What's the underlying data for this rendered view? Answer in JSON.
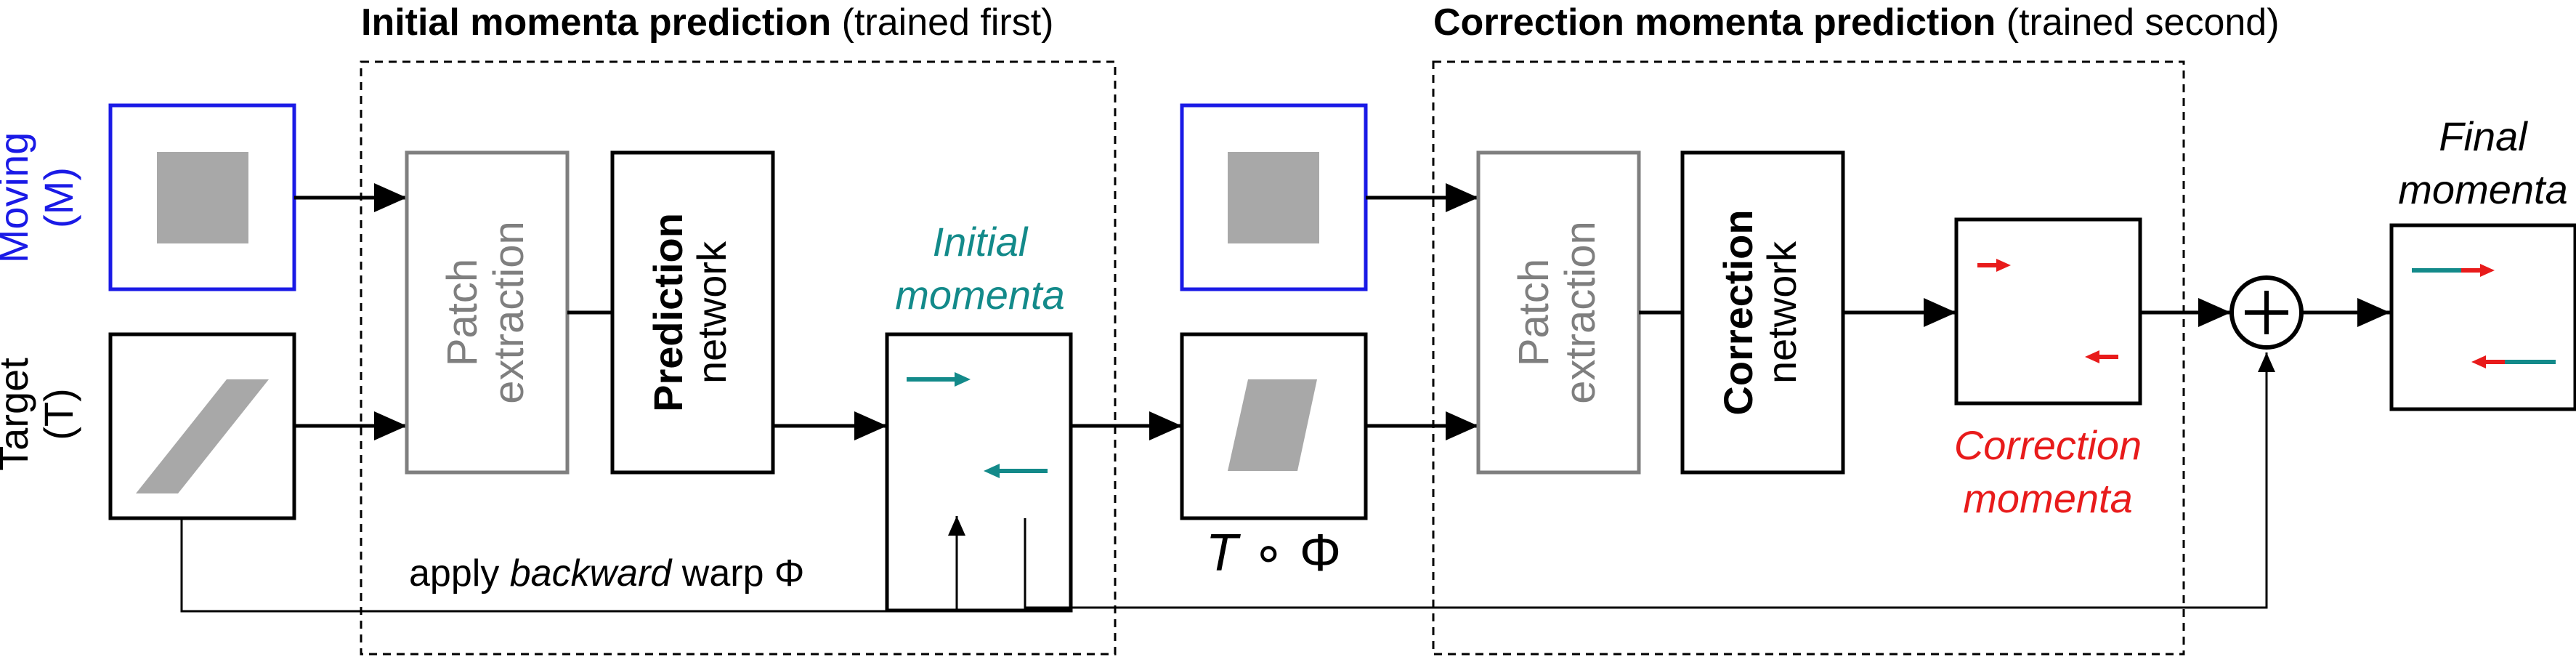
{
  "sections": {
    "initial": {
      "title_bold": "Initial momenta prediction",
      "title_rest": "(trained first)"
    },
    "correction": {
      "title_bold": "Correction momenta prediction",
      "title_rest": "(trained second)"
    }
  },
  "inputs": {
    "moving": {
      "line1": "Moving",
      "line2": "(M)"
    },
    "target": {
      "line1": "Target",
      "line2": "(T)"
    }
  },
  "blocks": {
    "patch_extraction": {
      "line1": "Patch",
      "line2": "extraction"
    },
    "prediction_network": {
      "bold": "Prediction",
      "rest": "network"
    },
    "correction_network": {
      "bold": "Correction",
      "rest": "network"
    }
  },
  "labels": {
    "initial_momenta": {
      "line1": "Initial",
      "line2": "momenta"
    },
    "correction_momenta": {
      "line1": "Correction",
      "line2": "momenta"
    },
    "final_momenta": {
      "line1": "Final",
      "line2": "momenta"
    },
    "warp": {
      "pre": "apply ",
      "italic": "backward",
      "post": " warp Φ"
    },
    "composition": {
      "t": "T",
      "rest": " ∘ Φ"
    }
  },
  "colors": {
    "moving_blue": "#1a1ae6",
    "teal": "#138a8a",
    "red": "#e81b1b",
    "gray_block": "#7f7f7f",
    "shape_fill": "#a8a8a8"
  }
}
